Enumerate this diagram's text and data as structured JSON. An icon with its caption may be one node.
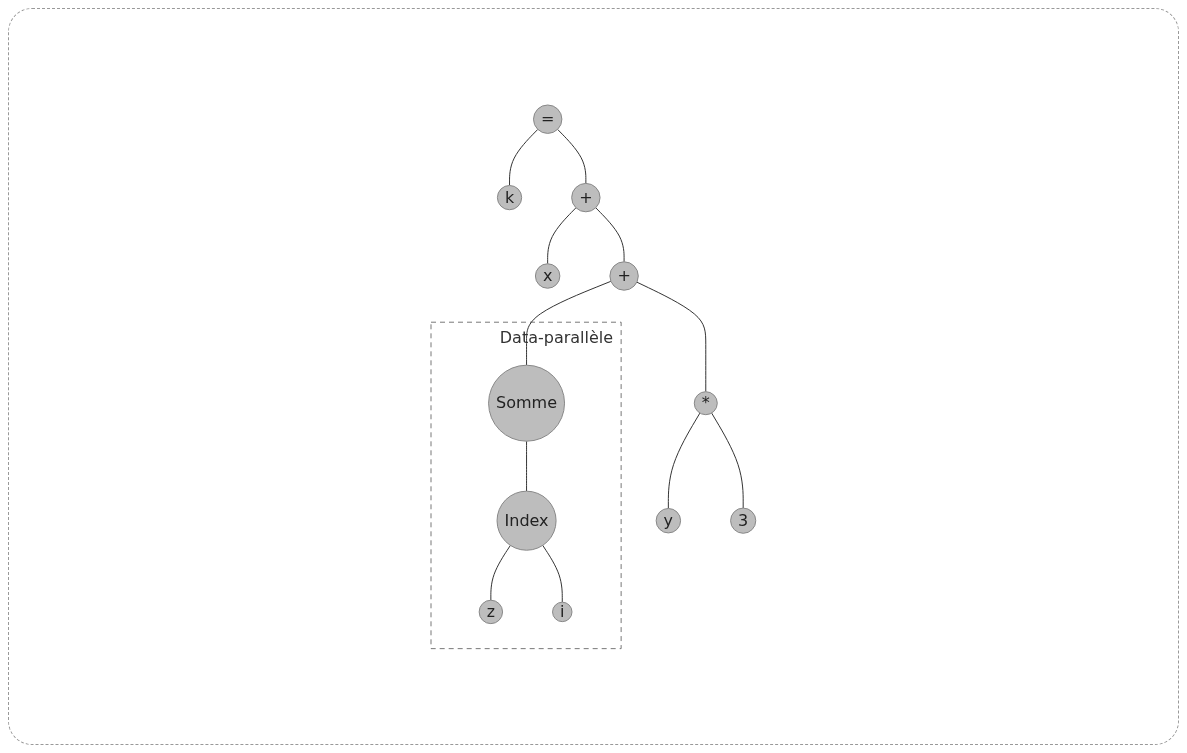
{
  "diagram": {
    "nodes": [
      {
        "text": [
          "="
        ]
      },
      {
        "text": [
          "k"
        ]
      },
      {
        "text": [
          "+"
        ]
      },
      {
        "text": [
          "x"
        ]
      },
      {
        "text": [
          "+"
        ]
      },
      {
        "text": [
          "Data-parallèle"
        ]
      },
      {
        "text": [
          "*"
        ]
      },
      {
        "text": [
          "Somme"
        ],
        "in": 5
      },
      {
        "text": [
          "y"
        ]
      },
      {
        "text": [
          "3"
        ]
      },
      {
        "text": [
          "Index"
        ],
        "in": 5
      },
      {
        "text": [
          "z"
        ],
        "in": 5
      },
      {
        "text": [
          "i"
        ],
        "in": 5
      }
    ],
    "edges": [
      {
        "from": 0,
        "to": 1,
        "arrow": "none"
      },
      {
        "from": 0,
        "to": 2,
        "arrow": "none"
      },
      {
        "from": 2,
        "to": 3,
        "arrow": "none"
      },
      {
        "from": 2,
        "to": 4,
        "arrow": "none"
      },
      {
        "from": 4,
        "to": 6,
        "arrow": "none"
      },
      {
        "from": 4,
        "to": 7,
        "arrow": "none"
      },
      {
        "from": 6,
        "to": 8,
        "arrow": "none"
      },
      {
        "from": 6,
        "to": 9,
        "arrow": "none"
      },
      {
        "from": 7,
        "to": 10,
        "arrow": "none"
      },
      {
        "from": 10,
        "to": 11,
        "arrow": "none"
      },
      {
        "from": 10,
        "to": 12,
        "arrow": "none"
      }
    ]
  }
}
